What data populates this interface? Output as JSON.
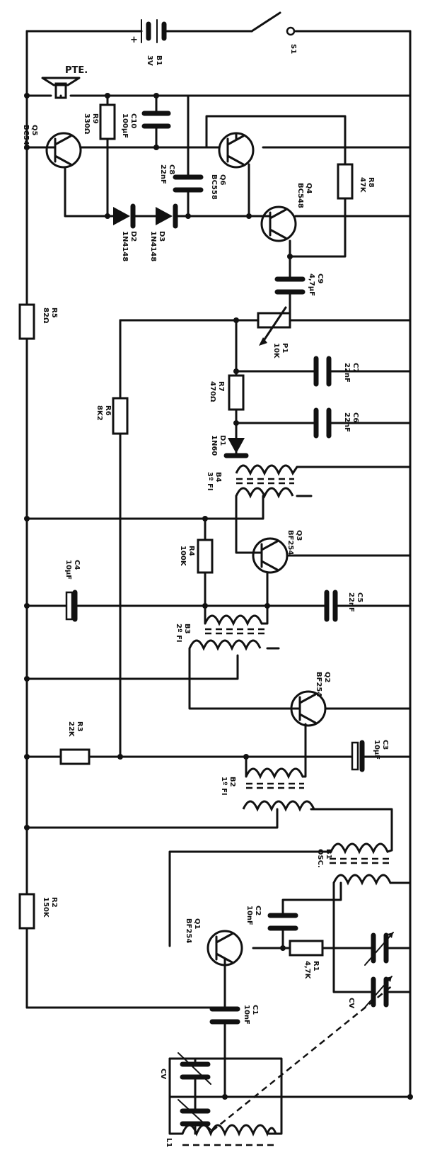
{
  "components": {
    "battery": {
      "ref": "B1",
      "value": "3V",
      "plus": "+"
    },
    "switch": {
      "ref": "S1"
    },
    "speaker": {
      "label": "PTE."
    },
    "q5": {
      "ref": "Q5",
      "value": "BC548"
    },
    "q6": {
      "ref": "Q6",
      "value": "BC558"
    },
    "q4": {
      "ref": "Q4",
      "value": "BC548"
    },
    "q3": {
      "ref": "Q3",
      "value": "BF254"
    },
    "q2": {
      "ref": "Q2",
      "value": "BF254"
    },
    "q1": {
      "ref": "Q1",
      "value": "BF254"
    },
    "r9": {
      "ref": "R9",
      "value": "330Ω"
    },
    "r8": {
      "ref": "R8",
      "value": "47K"
    },
    "r5": {
      "ref": "R5",
      "value": "82Ω"
    },
    "r6": {
      "ref": "R6",
      "value": "8K2"
    },
    "r7": {
      "ref": "R7",
      "value": "470Ω"
    },
    "r4": {
      "ref": "R4",
      "value": "100K"
    },
    "r3": {
      "ref": "R3",
      "value": "22K"
    },
    "r2": {
      "ref": "R2",
      "value": "150K"
    },
    "r1": {
      "ref": "R1",
      "value": "4,7K"
    },
    "c10": {
      "ref": "C10",
      "value": "100µF"
    },
    "c8": {
      "ref": "C8",
      "value": "22nF"
    },
    "c9": {
      "ref": "C9",
      "value": "4,7µF"
    },
    "c7": {
      "ref": "C7",
      "value": "22nF"
    },
    "c6": {
      "ref": "C6",
      "value": "22nF"
    },
    "c4": {
      "ref": "C4",
      "value": "10µF"
    },
    "c5": {
      "ref": "C5",
      "value": "22nF"
    },
    "c3": {
      "ref": "C3",
      "value": "10µF"
    },
    "c2": {
      "ref": "C2",
      "value": "10nF"
    },
    "c1": {
      "ref": "C1",
      "value": "10nF"
    },
    "d2": {
      "ref": "D2",
      "value": "1N4148"
    },
    "d3": {
      "ref": "D3",
      "value": "1N4148"
    },
    "d1": {
      "ref": "D1",
      "value": "1N60"
    },
    "p1": {
      "ref": "P1",
      "value": "10K"
    },
    "b4": {
      "ref": "B4",
      "value": "3º FI"
    },
    "b3": {
      "ref": "B3",
      "value": "2º FI"
    },
    "b2": {
      "ref": "B2",
      "value": "1º FI"
    },
    "b1osc": {
      "ref": "B1",
      "value": "OSC."
    },
    "cv_top": {
      "ref": "CV"
    },
    "cv_bottom": {
      "ref": "CV"
    },
    "l1": {
      "ref": "L1"
    }
  }
}
